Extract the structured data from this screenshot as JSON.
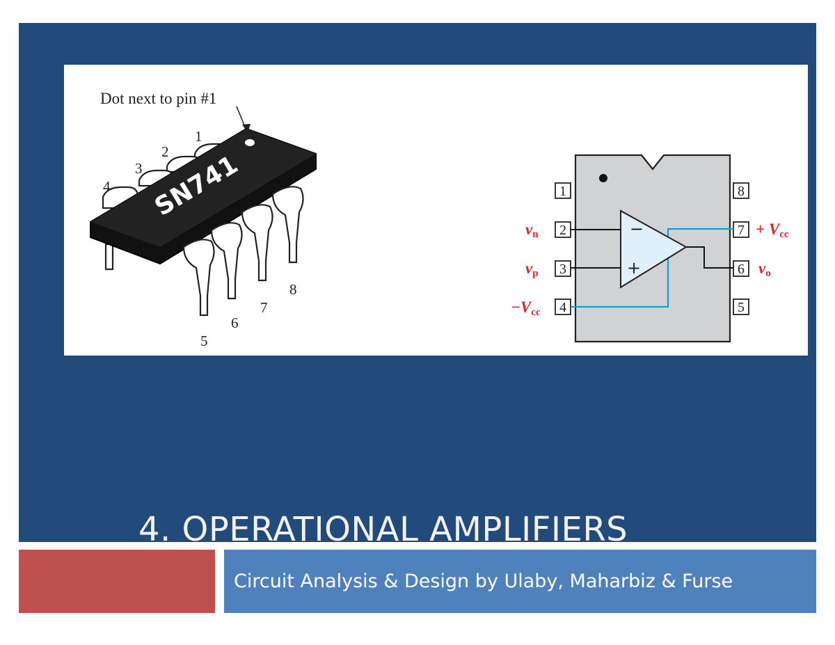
{
  "slide": {
    "title": "4. OPERATIONAL AMPLIFIERS",
    "subtitle": "Circuit Analysis & Design by Ulaby, Maharbiz & Furse"
  },
  "chip_figure": {
    "callout": "Dot next to pin #1",
    "chip_label": "SN741",
    "pin_numbers": [
      "1",
      "2",
      "3",
      "4",
      "5",
      "6",
      "7",
      "8"
    ]
  },
  "pinout_figure": {
    "pins": [
      "1",
      "2",
      "3",
      "4",
      "5",
      "6",
      "7",
      "8"
    ],
    "opamp_minus": "−",
    "opamp_plus": "+",
    "labels": {
      "vn_main": "v",
      "vn_sub": "n",
      "vp_main": "v",
      "vp_sub": "p",
      "neg_vcc_main": "−V",
      "neg_vcc_sub": "cc",
      "pos_vcc_main": "+ V",
      "pos_vcc_sub": "cc",
      "vo_main": "v",
      "vo_sub": "o"
    }
  },
  "colors": {
    "title_block": "#224a7a",
    "accent": "#c0504d",
    "subtitle_bar": "#4f81bd",
    "label_red": "#e8202a",
    "wire_blue": "#1a9ad6",
    "package_fill": "#d1d2d4",
    "opamp_fill": "#dff0fa"
  }
}
